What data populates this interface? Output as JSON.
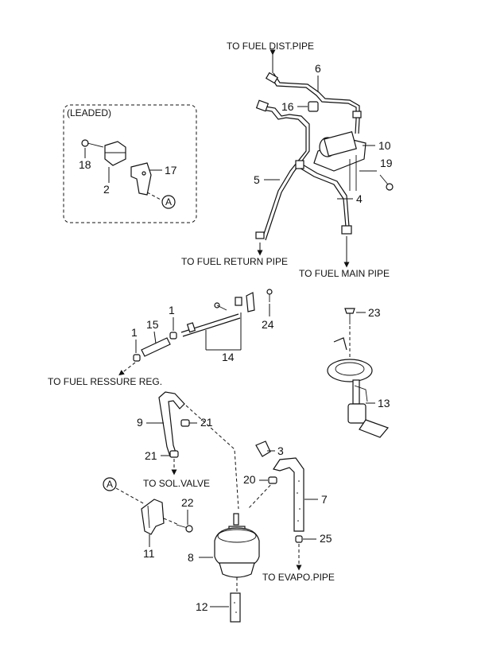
{
  "labels": {
    "to_fuel_dist": "TO FUEL DIST.PIPE",
    "to_fuel_return": "TO FUEL RETURN PIPE",
    "to_fuel_main": "TO FUEL MAIN PIPE",
    "to_fuel_pressure": "TO FUEL RESSURE REG.",
    "to_sol_valve": "TO SOL.VALVE",
    "to_evapo": "TO EVAPO.PIPE",
    "leaded": "(LEADED)"
  },
  "part_numbers": {
    "p1a": "1",
    "p1b": "1",
    "p2": "2",
    "p3": "3",
    "p4": "4",
    "p5": "5",
    "p6": "6",
    "p7": "7",
    "p8": "8",
    "p9": "9",
    "p10": "10",
    "p11": "11",
    "p12": "12",
    "p13": "13",
    "p14": "14",
    "p15": "15",
    "p16": "16",
    "p17": "17",
    "p18": "18",
    "p19": "19",
    "p20": "20",
    "p21a": "21",
    "p21b": "21",
    "p22": "22",
    "p23": "23",
    "p24": "24",
    "p25": "25"
  },
  "callout_marks": {
    "a_top": "A",
    "a_bottom": "A"
  }
}
